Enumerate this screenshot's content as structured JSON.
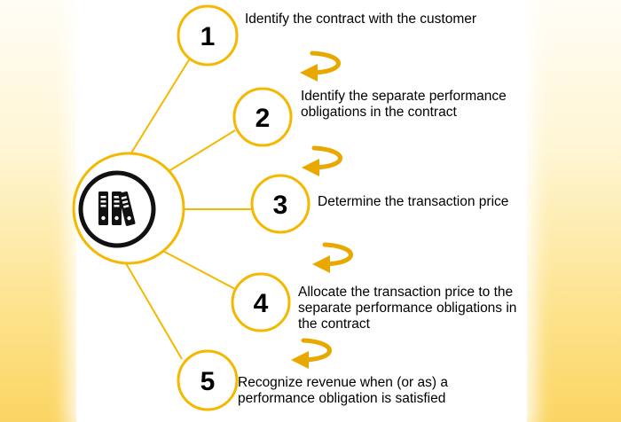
{
  "colors": {
    "accent": "#F5B800",
    "arrow": "#E8A800",
    "ring": "#F5B800",
    "icon_dark": "#111111"
  },
  "center_icon": {
    "name": "binders-icon"
  },
  "steps": [
    {
      "number": "1",
      "text": "Identify the contract with the customer"
    },
    {
      "number": "2",
      "text": "Identify the separate performance obligations in the contract"
    },
    {
      "number": "3",
      "text": "Determine the transaction price"
    },
    {
      "number": "4",
      "text": "Allocate the transaction price to the separate performance obligations in the contract"
    },
    {
      "number": "5",
      "text": "Recognize revenue when (or as) a performance obligation is satisfied"
    }
  ]
}
